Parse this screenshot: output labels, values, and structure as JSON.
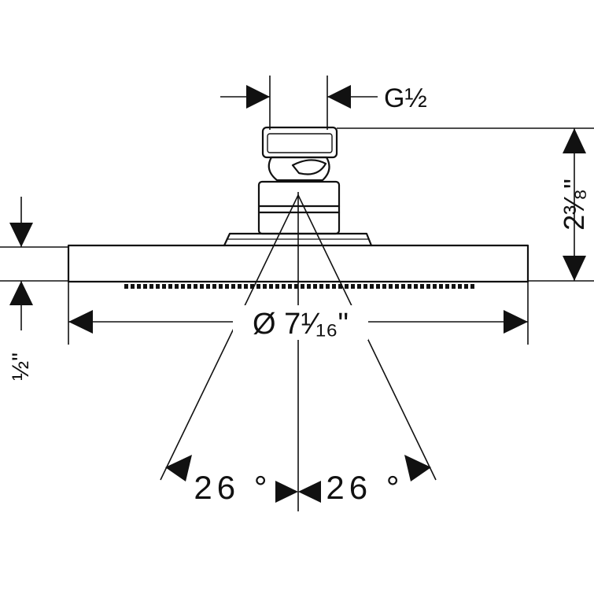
{
  "drawing": {
    "thread_label": "G½",
    "height_label": "2³⁄₈\"",
    "offset_label": "½\"",
    "diameter_label": "Ø 7¹⁄₁₆\"",
    "angle_left_label": "26 °",
    "angle_right_label": "26 °"
  },
  "colors": {
    "line": "#111111",
    "background": "#ffffff"
  }
}
